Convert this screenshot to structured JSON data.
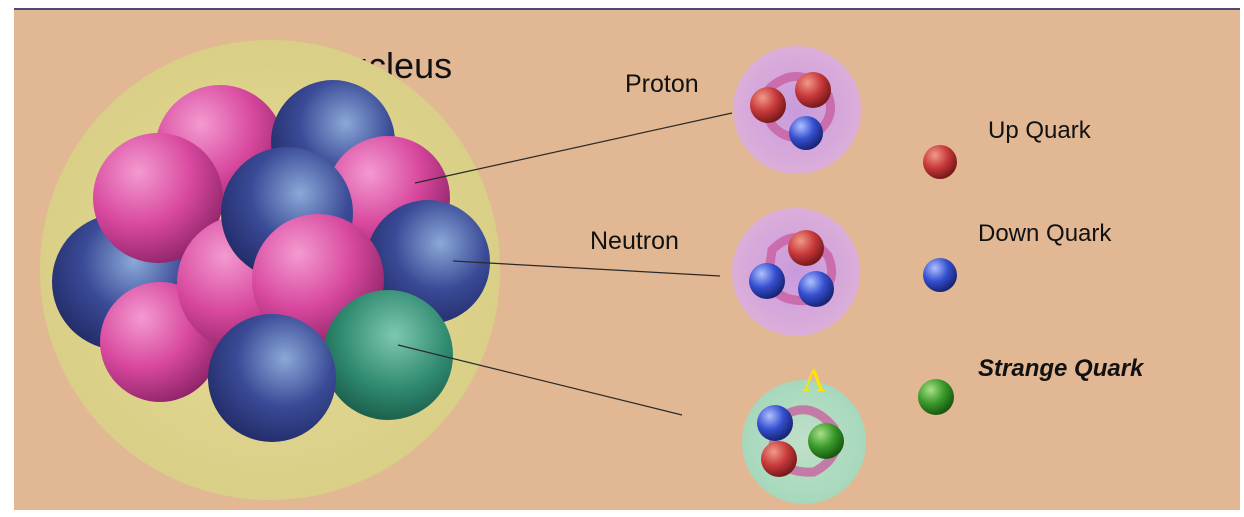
{
  "title": "Hyper Nucleus",
  "particles": {
    "proton": "Proton",
    "neutron": "Neutron",
    "lambda": "Λ"
  },
  "legend": {
    "up": "Up Quark",
    "down": "Down Quark",
    "strange": "Strange Quark"
  },
  "colors": {
    "background": "#e1b893",
    "proton_nucleon": "#d8489e",
    "neutron_nucleon": "#3a4a96",
    "hyperon_nucleon": "#2f8a70",
    "up_quark": "#c8393a",
    "down_quark": "#3550d0",
    "strange_quark": "#3a9a2a",
    "lambda_symbol": "#ffe400"
  }
}
